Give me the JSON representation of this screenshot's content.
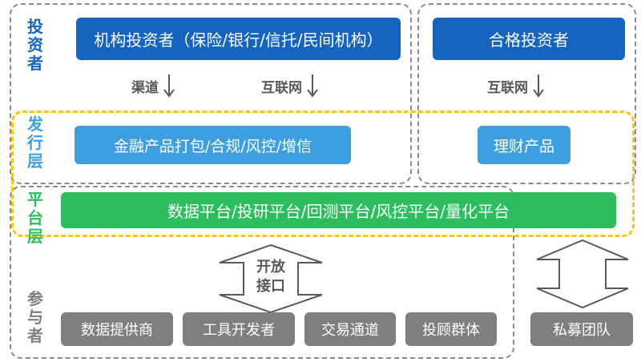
{
  "layers": {
    "investor": "投资者",
    "issuer": "发行层",
    "platform": "平台层",
    "participant": "参与者"
  },
  "investors": {
    "institutional": "机构投资者（保险/银行/信托/民间机构）",
    "qualified": "合格投资者"
  },
  "channels": {
    "left_1": "渠道",
    "left_2": "互联网",
    "right": "互联网"
  },
  "issuance": {
    "financial_products": "金融产品打包/合规/风控/增信",
    "wealth_products": "理财产品"
  },
  "platform": {
    "label": "数据平台/投研平台/回测平台/风控平台/量化平台"
  },
  "interface": {
    "line1": "开放",
    "line2": "接口"
  },
  "participants": {
    "items": [
      "数据提供商",
      "工具开发者",
      "交易通道",
      "投顾群体"
    ],
    "private_fund": "私募团队"
  },
  "colors": {
    "dark_blue": "#1565c0",
    "light_blue": "#3d9fe0",
    "green": "#2ebd5e",
    "gray": "#7f7f7f",
    "yellow_dash": "#f5c518"
  }
}
